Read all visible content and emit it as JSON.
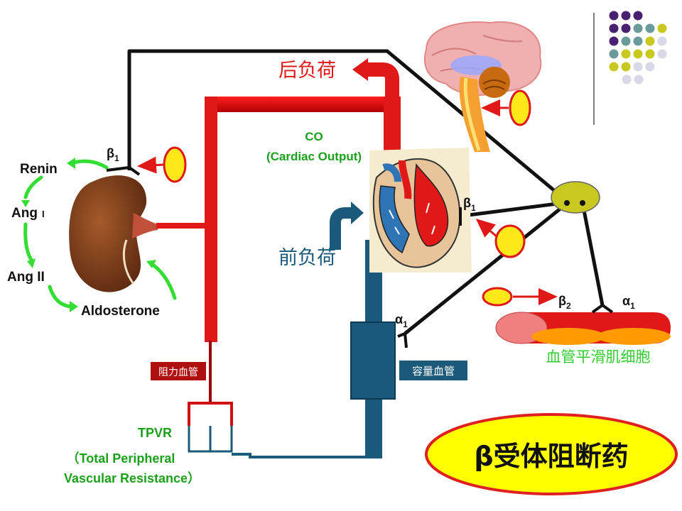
{
  "labels": {
    "afterload": "后负荷",
    "preload": "前负荷",
    "co": "CO",
    "co_full": "(Cardiac Output)",
    "renin": "Renin",
    "ang1_prefix": "Ang",
    "ang1_numeral": "I",
    "ang2": "Ang II",
    "aldosterone": "Aldosterone",
    "resistance_vessel": "阻力血管",
    "capacitance_vessel": "容量血管",
    "tpvr": "TPVR",
    "tpvr_full_line1": "（Total Peripheral",
    "tpvr_full_line2": "Vascular Resistance）",
    "smooth_muscle": "血管平滑肌细胞",
    "title": "β受体阻断药",
    "beta": "β",
    "alpha": "α",
    "sub_1": "1",
    "sub_2": "2"
  },
  "colors": {
    "arterial_red": "#e01818",
    "venous_blue": "#1b5a7a",
    "title_border": "#e02020",
    "title_fill": "#ffff00",
    "drug_oval": "#ffe81a",
    "ganglion": "#c8c820",
    "kidney": "#7a3a1a",
    "green_arrow": "#33dd33",
    "smooth_muscle_text": "#33cc33",
    "preload_text": "#1b5a7a",
    "afterload_text": "#e01818",
    "co_text": "#1aa01a"
  },
  "decor_dots": [
    [
      "#4a2070",
      "#4a2070",
      "#4a2070"
    ],
    [
      "#4a2070",
      "#4a2070",
      "#6a9a9a",
      "#6a9a9a",
      "#c8c820"
    ],
    [
      "#4a2070",
      "#6a9a9a",
      "#6a9a9a",
      "#c8c820",
      "#d8d8e8"
    ],
    [
      "#6a9a9a",
      "#c8c820",
      "#c8c820",
      "#c8c820",
      "#d8d8e8"
    ],
    [
      "#c8c820",
      "#c8c820",
      "#d8d8e8",
      "#d8d8e8"
    ],
    [
      "#d8d8e8",
      "#d8d8e8"
    ]
  ]
}
